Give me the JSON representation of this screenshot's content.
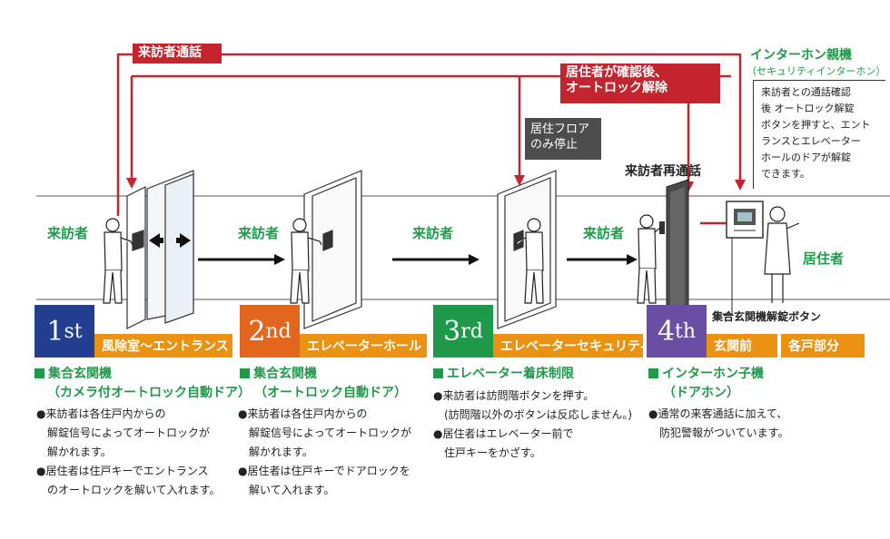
{
  "callouts": {
    "visitor_call": "来訪者通話",
    "resident_confirm_line1": "居住者が確認後、",
    "resident_confirm_line2": "オートロック解除",
    "floor_stop_line1": "居住フロア",
    "floor_stop_line2": "のみ停止",
    "visitor_recall": "来訪者再通話",
    "intercom_master": "インターホン親機",
    "intercom_master_sub": "（セキュリティインターホン）",
    "master_note": [
      "来訪者との通話確認",
      "後 オートロック解錠",
      "ボタンを押すと、エント",
      "ランスとエレベーター",
      "ホールのドアが解錠",
      "できます。"
    ],
    "entrance_unlock_button": "集合玄関機解錠ボタン"
  },
  "actors": {
    "visitor": "来訪者",
    "resident": "居住者"
  },
  "stages": [
    {
      "num": "1",
      "suffix": "st",
      "color": "#233f8f",
      "labels": [
        "風除室～エントランス"
      ],
      "feature_title": "集合玄関機",
      "feature_sub": "（カメラ付オートロック自動ドア）",
      "bullets": [
        "●来訪者は各住戸内からの",
        "　解錠信号によってオートロックが",
        "　解かれます。",
        "●居住者は住戸キーでエントランス",
        "　のオートロックを解いて入れます。"
      ]
    },
    {
      "num": "2",
      "suffix": "nd",
      "color": "#e2661d",
      "labels": [
        "エレベーターホール"
      ],
      "feature_title": "集合玄関機",
      "feature_sub": "（オートロック自動ドア）",
      "bullets": [
        "●来訪者は各住戸内からの",
        "　解錠信号によってオートロックが",
        "　解かれます。",
        "●居住者は住戸キーでドアロックを",
        "　解いて入れます。"
      ]
    },
    {
      "num": "3",
      "suffix": "rd",
      "color": "#1e9a4a",
      "labels": [
        "エレベーターセキュリティ"
      ],
      "feature_title": "エレベーター着床制限",
      "feature_sub": "",
      "bullets": [
        "●来訪者は訪問階ボタンを押す。",
        "　(訪問階以外のボタンは反応しません。)",
        "●居住者はエレベーター前で",
        "　住戸キーをかざす。"
      ]
    },
    {
      "num": "4",
      "suffix": "th",
      "color": "#6b4fa5",
      "labels": [
        "玄関前",
        "各戸部分"
      ],
      "feature_title": "インターホン子機",
      "feature_sub": "（ドアホン）",
      "bullets": [
        "●通常の来客通話に加えて、",
        "　防犯警報がついています。"
      ]
    }
  ],
  "colors": {
    "red": "#c4242d",
    "green": "#1e9a4a",
    "orange": "#ec9212",
    "dark_callout": "#4d4d4d"
  }
}
